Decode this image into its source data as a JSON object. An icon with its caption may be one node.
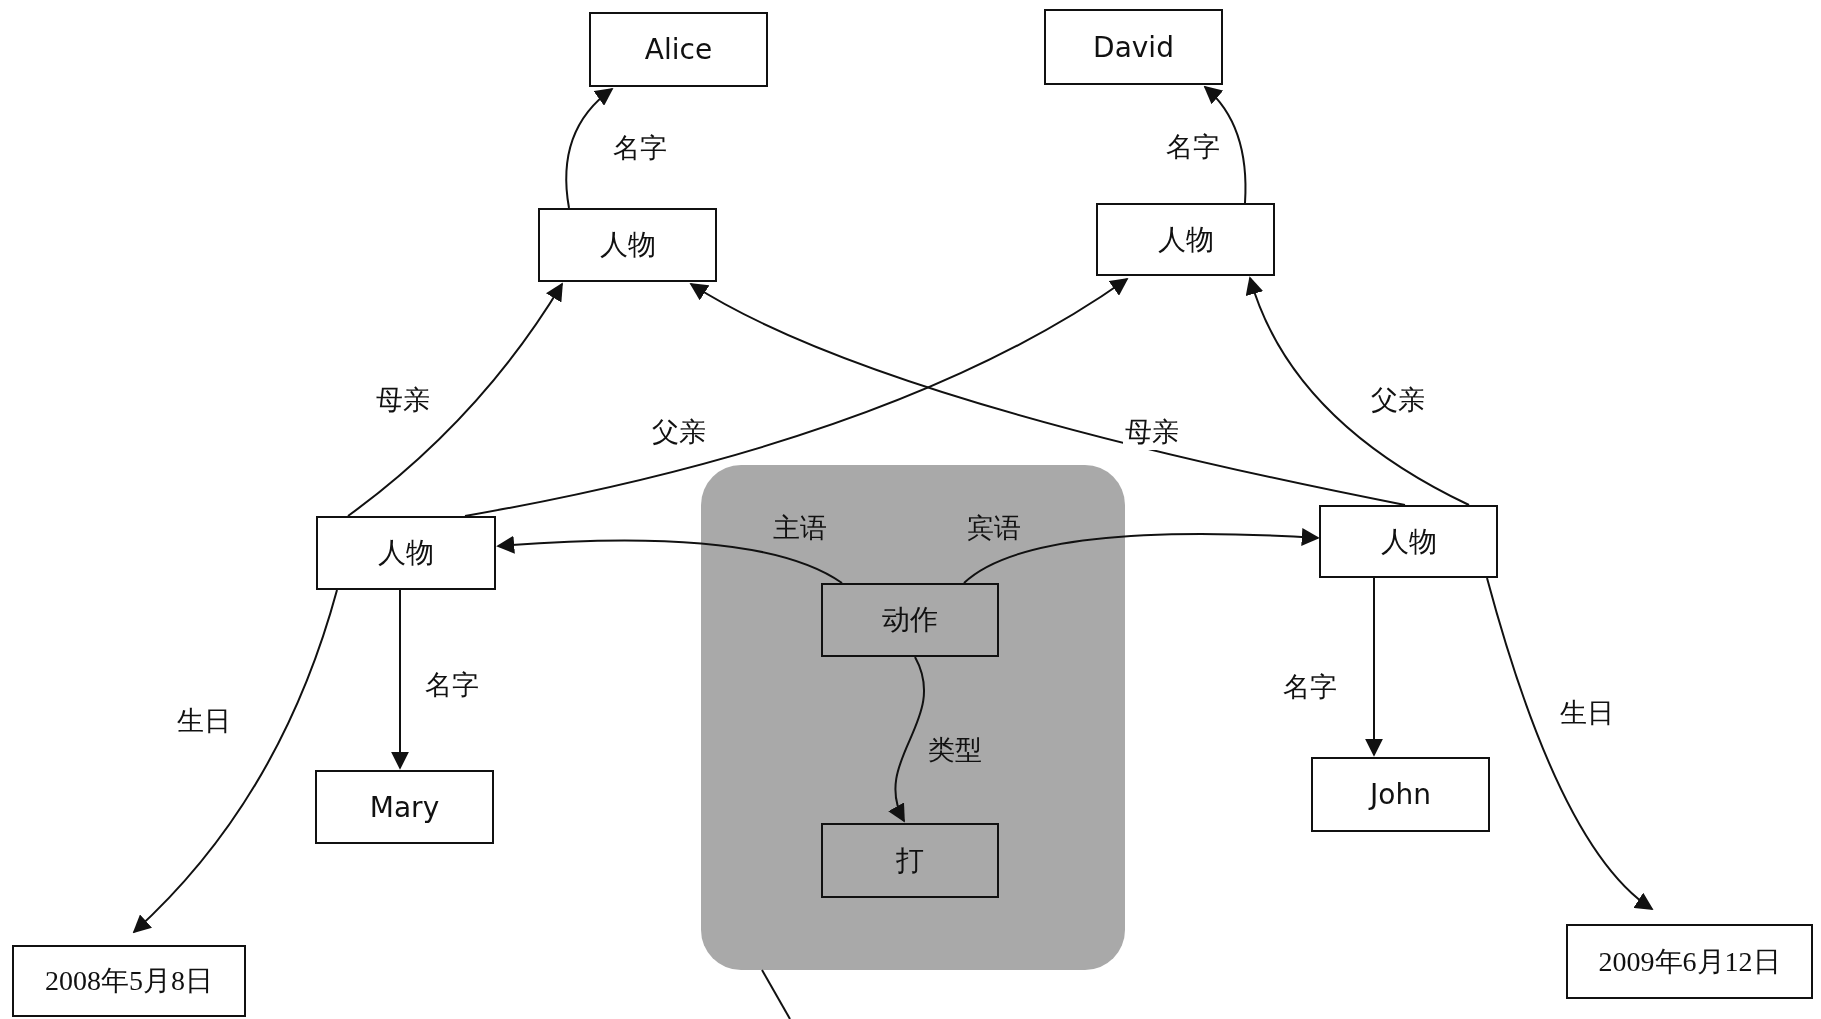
{
  "diagram": {
    "nodes": [
      {
        "text": [
          "Alice"
        ]
      },
      {
        "text": [
          "David"
        ]
      },
      {
        "text": [
          "人物"
        ]
      },
      {
        "text": [
          "人物"
        ]
      },
      {
        "text": [
          "人物"
        ]
      },
      {
        "text": [],
        "shape": "box"
      },
      {
        "text": [
          "动作"
        ],
        "in": 5
      },
      {
        "text": [
          "人物"
        ]
      },
      {
        "text": [
          "Mary"
        ]
      },
      {
        "text": [
          "打"
        ],
        "in": 5
      },
      {
        "text": [
          "John"
        ]
      },
      {
        "text": [
          "2008年5月8日"
        ]
      },
      {
        "text": [
          "2009年6月12日"
        ]
      }
    ],
    "edges": [
      {
        "from": 2,
        "to": 0,
        "arrow": "to",
        "label": "名字"
      },
      {
        "from": 3,
        "to": 1,
        "arrow": "to",
        "label": "名字"
      },
      {
        "from": 4,
        "to": 2,
        "arrow": "to",
        "label": "母亲"
      },
      {
        "from": 4,
        "to": 3,
        "arrow": "to",
        "label": "父亲"
      },
      {
        "from": 7,
        "to": 2,
        "arrow": "to",
        "label": "母亲"
      },
      {
        "from": 7,
        "to": 3,
        "arrow": "to",
        "label": "父亲"
      },
      {
        "from": 6,
        "to": 4,
        "arrow": "to",
        "label": "主语"
      },
      {
        "from": 6,
        "to": 7,
        "arrow": "to",
        "label": "宾语"
      },
      {
        "from": 6,
        "to": 9,
        "arrow": "to",
        "label": "类型"
      },
      {
        "from": 4,
        "to": 8,
        "arrow": "to",
        "label": "名字"
      },
      {
        "from": 7,
        "to": 10,
        "arrow": "to",
        "label": "名字"
      },
      {
        "from": 4,
        "to": 11,
        "arrow": "to",
        "label": "生日"
      },
      {
        "from": 7,
        "to": 12,
        "arrow": "to",
        "label": "生日"
      },
      {
        "from": 5,
        "to": null,
        "arrow": "none"
      }
    ]
  }
}
